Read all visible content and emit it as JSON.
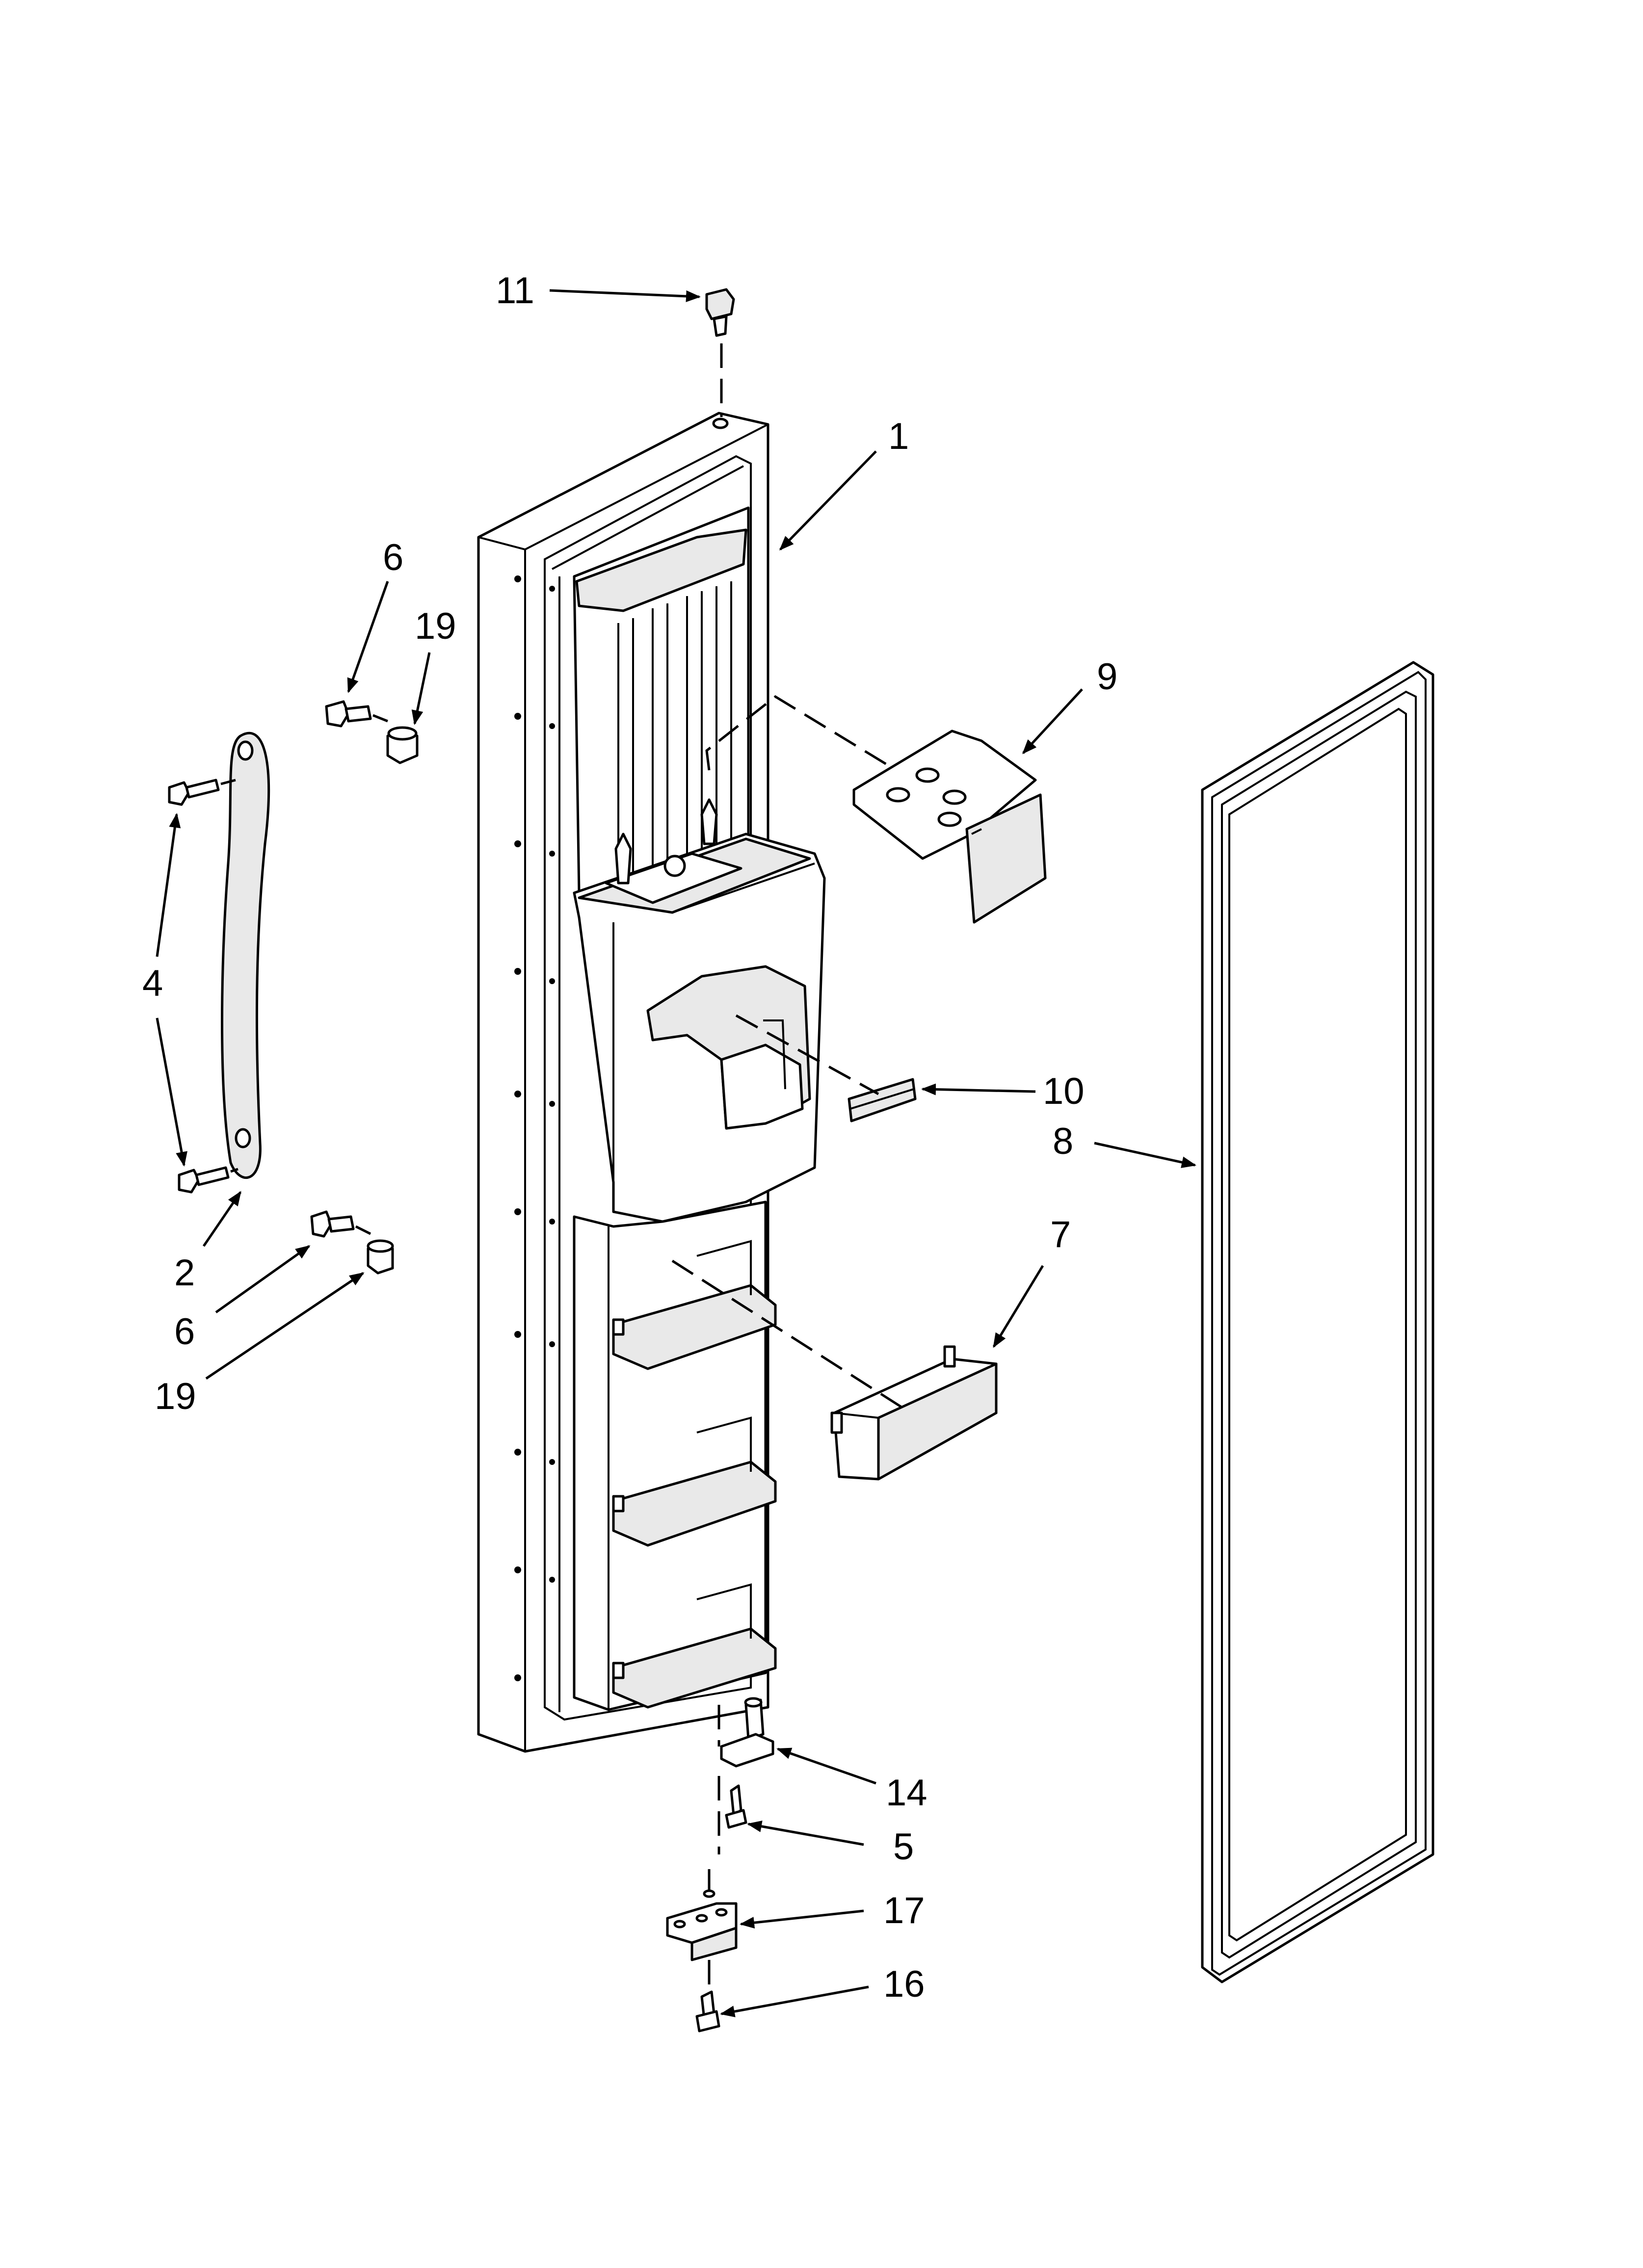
{
  "diagram": {
    "callouts": [
      {
        "id": "11",
        "label": "11"
      },
      {
        "id": "1",
        "label": "1"
      },
      {
        "id": "6a",
        "label": "6"
      },
      {
        "id": "19a",
        "label": "19"
      },
      {
        "id": "9",
        "label": "9"
      },
      {
        "id": "4",
        "label": "4"
      },
      {
        "id": "10",
        "label": "10"
      },
      {
        "id": "8",
        "label": "8"
      },
      {
        "id": "2",
        "label": "2"
      },
      {
        "id": "7",
        "label": "7"
      },
      {
        "id": "6b",
        "label": "6"
      },
      {
        "id": "19b",
        "label": "19"
      },
      {
        "id": "14",
        "label": "14"
      },
      {
        "id": "5",
        "label": "5"
      },
      {
        "id": "17",
        "label": "17"
      },
      {
        "id": "16",
        "label": "16"
      }
    ]
  },
  "colors": {
    "line": "#000000",
    "background": "#ffffff",
    "shading": "#e9e9e9"
  }
}
